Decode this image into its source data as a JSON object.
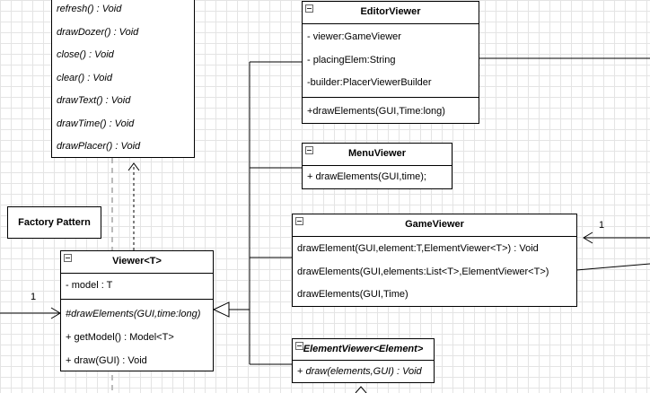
{
  "top_class": {
    "methods": [
      "refresh() : Void",
      "drawDozer() : Void",
      "close() : Void",
      "clear() : Void",
      "drawText() : Void",
      "drawTime() : Void",
      "drawPlacer() : Void"
    ]
  },
  "factory_note": "Factory Pattern",
  "viewer": {
    "title": "Viewer<T>",
    "attributes": [
      "- model : T"
    ],
    "methods": [
      "#drawElements(GUI,time:long)",
      "+ getModel() : Model<T>",
      "+ draw(GUI) : Void"
    ]
  },
  "editor_viewer": {
    "title": "EditorViewer",
    "attributes": [
      "- viewer:GameViewer",
      "- placingElem:String",
      "-builder:PlacerViewerBuilder"
    ],
    "methods": [
      "+drawElements(GUI,Time:long)"
    ]
  },
  "menu_viewer": {
    "title": "MenuViewer",
    "methods": [
      "+ drawElements(GUI,time);"
    ]
  },
  "game_viewer": {
    "title": "GameViewer",
    "methods": [
      "drawElement(GUI,element:T,ElementViewer<T>) : Void",
      "drawElements(GUI,elements:List<T>,ElementViewer<T>)",
      "drawElements(GUI,Time)"
    ]
  },
  "element_viewer": {
    "title": "ElementViewer<Element>",
    "methods": [
      "+ draw(elements,GUI) : Void"
    ]
  },
  "multiplicity": {
    "left": "1",
    "right": "1"
  }
}
